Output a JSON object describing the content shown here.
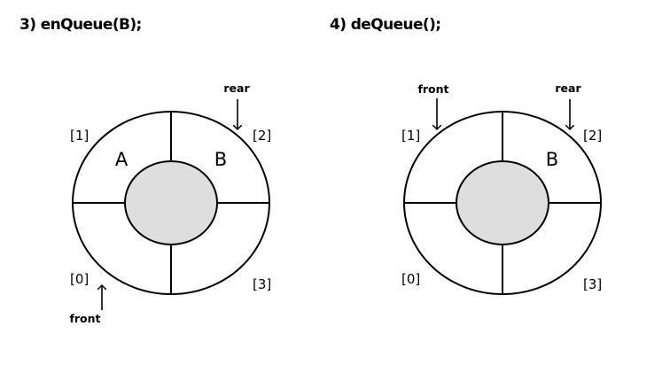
{
  "steps": [
    {
      "title": "3) enQueue(B);",
      "cells": {
        "c1": "A",
        "c2": "B",
        "c0": "",
        "c3": ""
      },
      "indices": {
        "i0": "[0]",
        "i1": "[1]",
        "i2": "[2]",
        "i3": "[3]"
      },
      "front_label": "front",
      "rear_label": "rear"
    },
    {
      "title": "4) deQueue();",
      "cells": {
        "c1": "",
        "c2": "B",
        "c0": "",
        "c3": ""
      },
      "indices": {
        "i0": "[0]",
        "i1": "[1]",
        "i2": "[2]",
        "i3": "[3]"
      },
      "front_label": "front",
      "rear_label": "rear"
    }
  ],
  "colors": {
    "stroke": "#000000",
    "hub_fill": "#dedede",
    "background": "#ffffff"
  }
}
